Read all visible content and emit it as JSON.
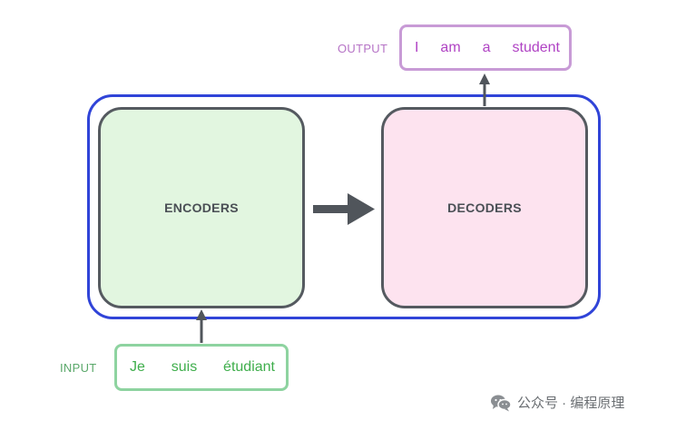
{
  "diagram": {
    "encoder_label": "ENCODERS",
    "decoder_label": "DECODERS",
    "input": {
      "label": "INPUT",
      "words": [
        "Je",
        "suis",
        "étudiant"
      ]
    },
    "output": {
      "label": "OUTPUT",
      "words": [
        "I",
        "am",
        "a",
        "student"
      ]
    },
    "watermark": "公众号 · 编程原理"
  },
  "colors": {
    "outer_border": "#3044d8",
    "encoder_fill": "#e2f6e0",
    "decoder_fill": "#fde3ef",
    "block_border": "#555a60",
    "input_text": "#3fae4c",
    "input_border": "#8ed3a0",
    "output_text": "#b043c4",
    "output_border": "#c89bd6"
  },
  "icons": {
    "watermark_icon": "wechat-icon"
  }
}
